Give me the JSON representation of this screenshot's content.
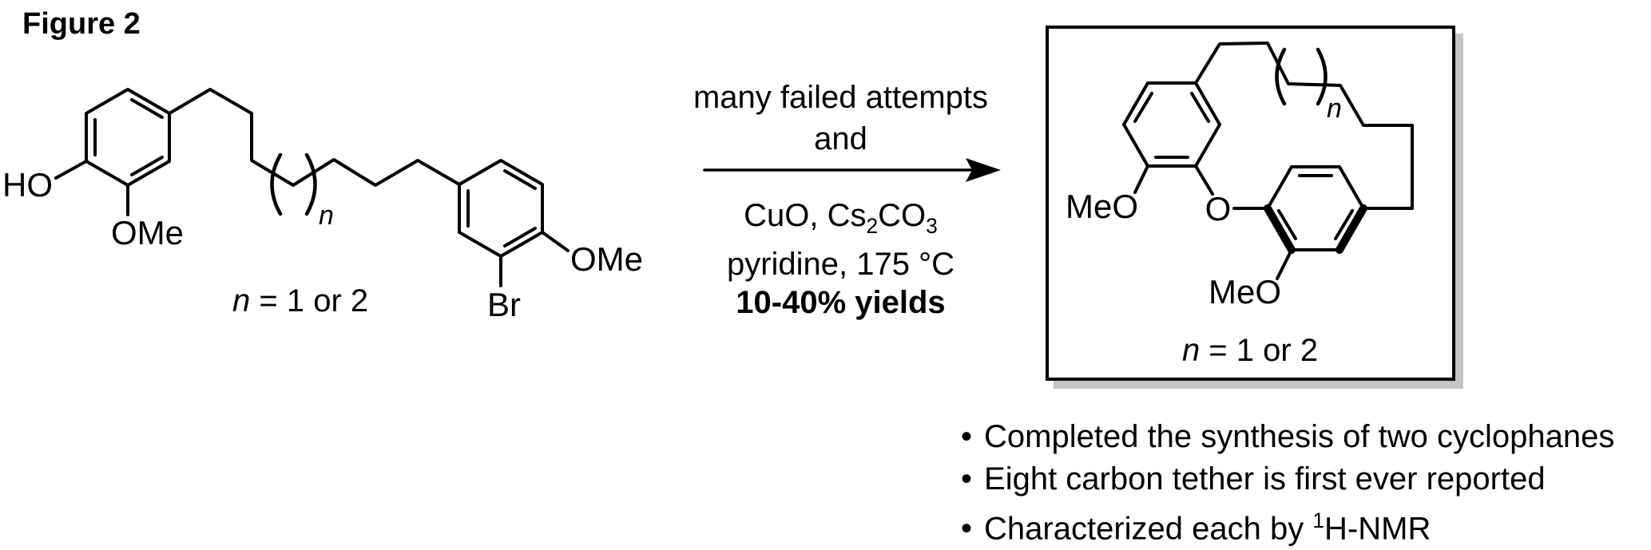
{
  "figure_label": "Figure 2",
  "colors": {
    "ink": "#000000",
    "box_shadow": "#c4c4c4",
    "background": "#ffffff"
  },
  "reactant": {
    "ho_label": "HO",
    "ome_top_label": "OMe",
    "ome_right_label": "OMe",
    "br_label": "Br",
    "paren_sub": "n",
    "caption_var": "n",
    "caption_rest": " = 1 or 2"
  },
  "arrow": {
    "above_line1": "many failed attempts",
    "above_line2": "and",
    "reagent_line1": {
      "a": "CuO, Cs",
      "sub1": "2",
      "b": "CO",
      "sub2": "3"
    },
    "reagent_line2": "pyridine, 175 °C",
    "yield_line": "10-40% yields"
  },
  "product": {
    "meo_left_label": "MeO",
    "ether_o_label": "O",
    "meo_bottom_label": "MeO",
    "paren_sub": "n",
    "caption_var": "n",
    "caption_rest": " = 1 or 2"
  },
  "bullets": {
    "marker": "•",
    "items": [
      {
        "text": "Completed the synthesis of two cyclophanes"
      },
      {
        "text": "Eight carbon tether is first ever reported"
      },
      {
        "text": "Characterized each by ",
        "sup": "1",
        "post": "H-NMR"
      }
    ]
  }
}
